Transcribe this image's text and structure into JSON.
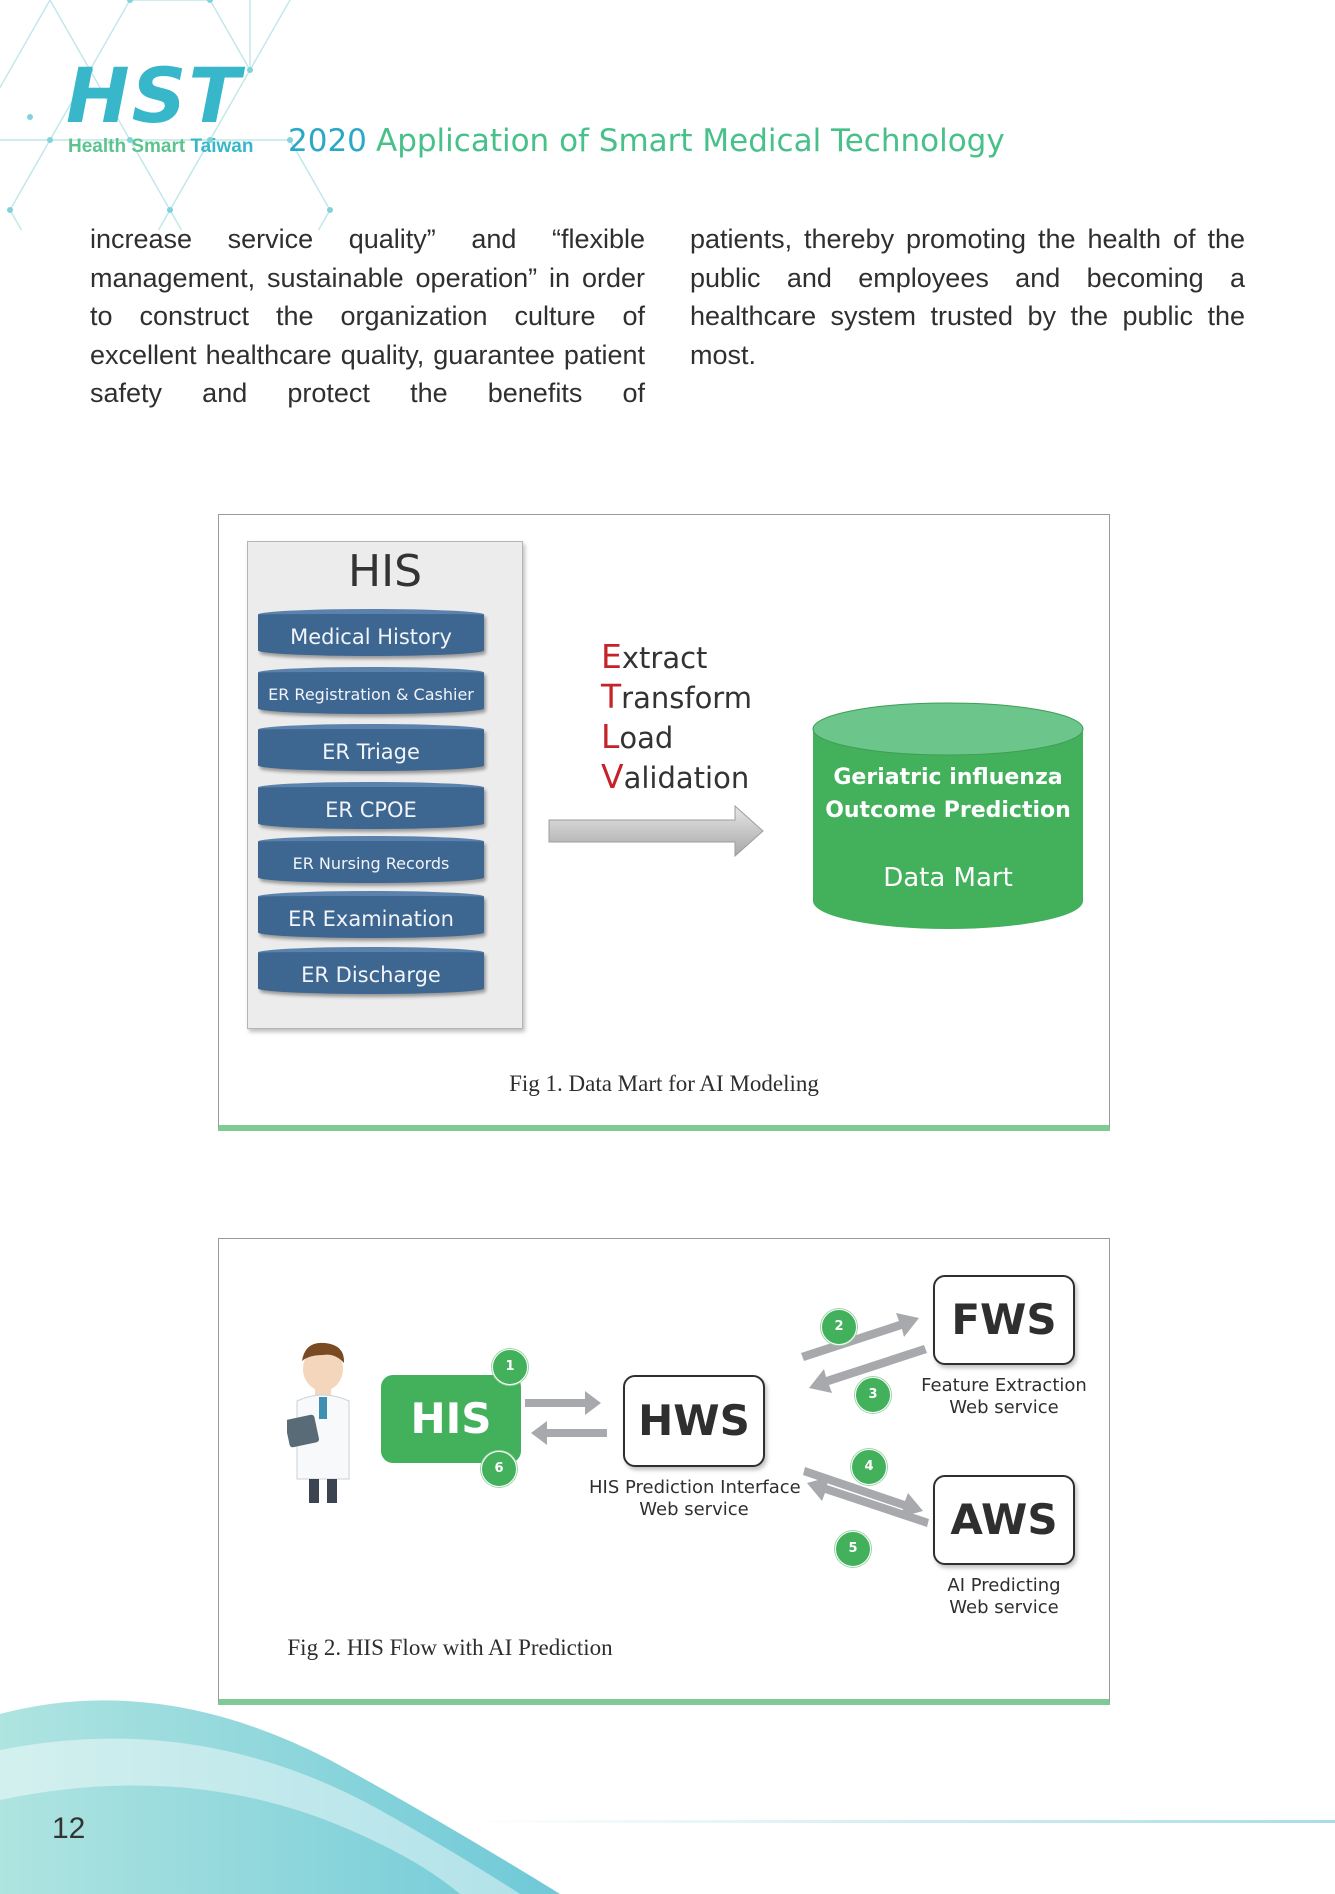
{
  "header": {
    "logo_main": "HST",
    "logo_tagline_1": "Health Smart ",
    "logo_tagline_2": "Taiwan",
    "year": "2020",
    "title": "Application of Smart Medical Technology"
  },
  "body": {
    "left_column": "increase service quality” and “flexible management, sustainable operation” in order to construct the organization culture of excellent healthcare quality, guarantee patient safety and protect the benefits of",
    "right_column": "patients, thereby promoting the health of the public and employees and becoming a healthcare system trusted by the public the most."
  },
  "figure1": {
    "his_title": "HIS",
    "databases": [
      "Medical History",
      "ER Registration & Cashier",
      "ER Triage",
      "ER CPOE",
      "ER Nursing Records",
      "ER Examination",
      "ER Discharge"
    ],
    "etl": [
      {
        "initial": "E",
        "rest": "xtract"
      },
      {
        "initial": "T",
        "rest": "ransform"
      },
      {
        "initial": "L",
        "rest": "oad"
      },
      {
        "initial": "V",
        "rest": "alidation"
      }
    ],
    "data_mart_line1": "Geriatric influenza",
    "data_mart_line2": "Outcome Prediction",
    "data_mart_label": "Data Mart",
    "caption": "Fig 1. Data Mart for AI Modeling",
    "colors": {
      "db_blue": "#3d6691",
      "mart_green": "#43b05c",
      "etl_red": "#c5222a"
    }
  },
  "figure2": {
    "his_label": "HIS",
    "hws_label": "HWS",
    "hws_caption_1": "HIS Prediction Interface",
    "hws_caption_2": "Web service",
    "fws_label": "FWS",
    "fws_caption_1": "Feature Extraction",
    "fws_caption_2": "Web service",
    "aws_label": "AWS",
    "aws_caption_1": "AI Predicting",
    "aws_caption_2": "Web service",
    "steps": [
      "1",
      "2",
      "3",
      "4",
      "5",
      "6"
    ],
    "caption": "Fig 2. HIS Flow with AI Prediction",
    "icon": "doctor-icon"
  },
  "footer": {
    "page_number": "12"
  }
}
